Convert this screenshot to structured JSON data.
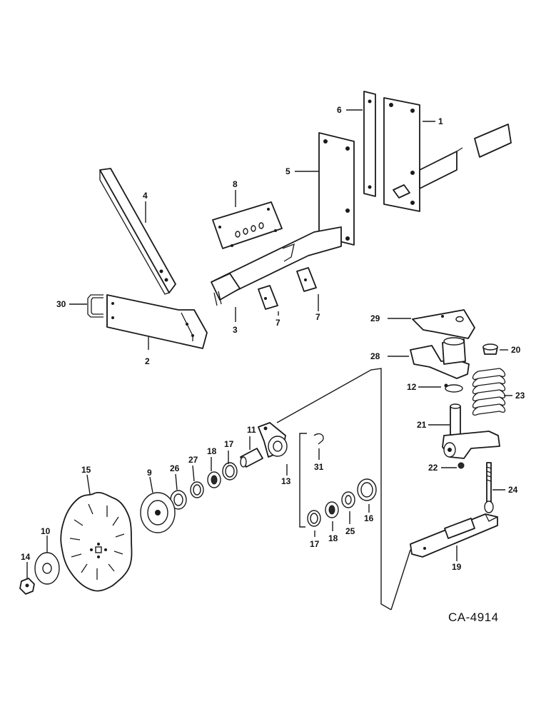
{
  "diagram": {
    "drawing_code": "CA-4914",
    "callouts": [
      "1",
      "2",
      "3",
      "4",
      "5",
      "6",
      "7",
      "7",
      "8",
      "9",
      "10",
      "11",
      "12",
      "13",
      "14",
      "15",
      "16",
      "17",
      "17",
      "18",
      "18",
      "19",
      "20",
      "21",
      "22",
      "23",
      "24",
      "25",
      "26",
      "27",
      "28",
      "29",
      "30",
      "31"
    ]
  }
}
